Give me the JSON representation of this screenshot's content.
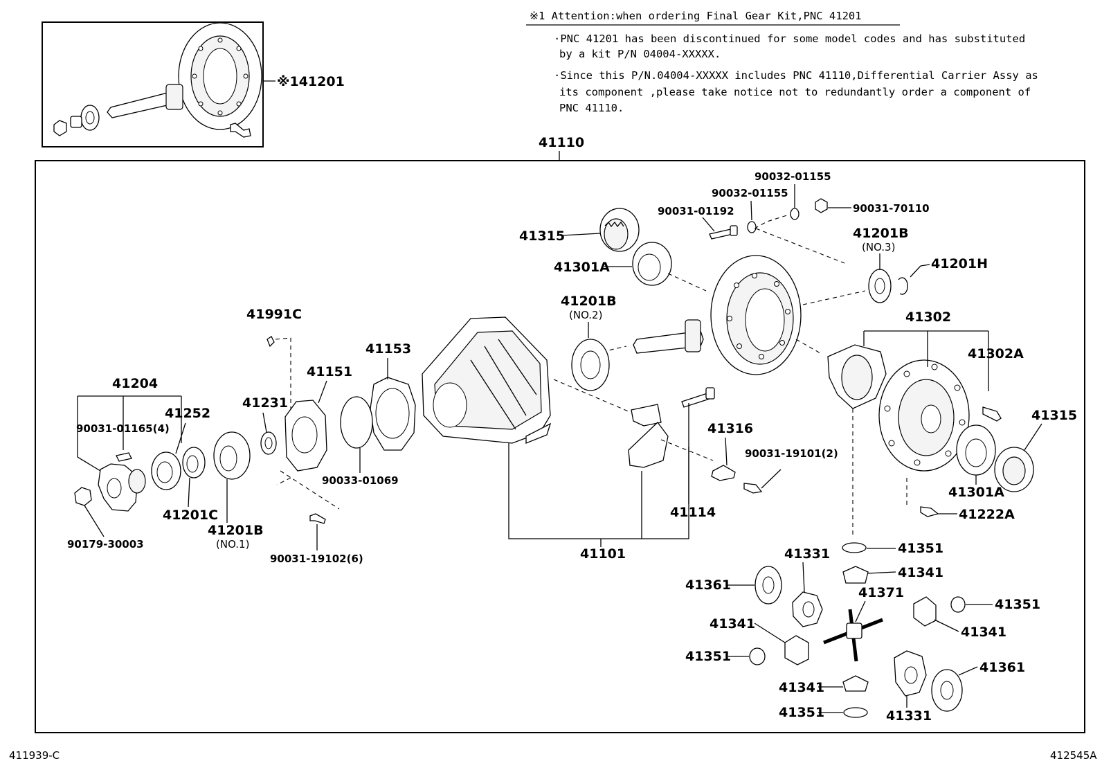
{
  "attention": {
    "title": "※1 Attention:when ordering Final Gear Kit,PNC 41201",
    "note1_line1": "·PNC 41201 has been discontinued for some model codes and has substituted",
    "note1_line2": "by a kit P/N 04004-XXXXX.",
    "note2_line1": "·Since this P/N.04004-XXXXX includes PNC 41110,Differential Carrier Assy as",
    "note2_line2": "its component ,please take notice not to redundantly order a component of",
    "note2_line3": "PNC 41110."
  },
  "labels": {
    "final_gear_kit": "※141201",
    "carrier_assy": "41110",
    "p41315_top": "41315",
    "p41301A_top": "41301A",
    "p90031_01192": "90031-01192",
    "p90032_01155_a": "90032-01155",
    "p90032_01155_b": "90032-01155",
    "p90031_70110": "90031-70110",
    "p41201B_no3": "41201B",
    "no3": "(NO.3)",
    "p41201H": "41201H",
    "p41201B_no2": "41201B",
    "no2": "(NO.2)",
    "p41991C": "41991C",
    "p41153": "41153",
    "p41151": "41151",
    "p41231": "41231",
    "p41204": "41204",
    "p41252": "41252",
    "p90031_01165": "90031-01165(4)",
    "p41201C": "41201C",
    "p41201B_no1": "41201B",
    "no1": "(NO.1)",
    "p90179_30003": "90179-30003",
    "p90033_01069": "90033-01069",
    "p90031_19102": "90031-19102(6)",
    "p41101": "41101",
    "p41114": "41114",
    "p41316": "41316",
    "p90031_19101": "90031-19101(2)",
    "p41302": "41302",
    "p41302A": "41302A",
    "p41315_right": "41315",
    "p41301A_right": "41301A",
    "p41222A": "41222A",
    "p41351_a": "41351",
    "p41331_top": "41331",
    "p41341_a": "41341",
    "p41361_left": "41361",
    "p41371": "41371",
    "p41351_b": "41351",
    "p41341_b": "41341",
    "p41341_c": "41341",
    "p41351_c": "41351",
    "p41361_right": "41361",
    "p41341_d": "41341",
    "p41351_d": "41351",
    "p41331_bottom": "41331"
  },
  "footer": {
    "left_code": "411939-C",
    "right_code": "412545A"
  }
}
